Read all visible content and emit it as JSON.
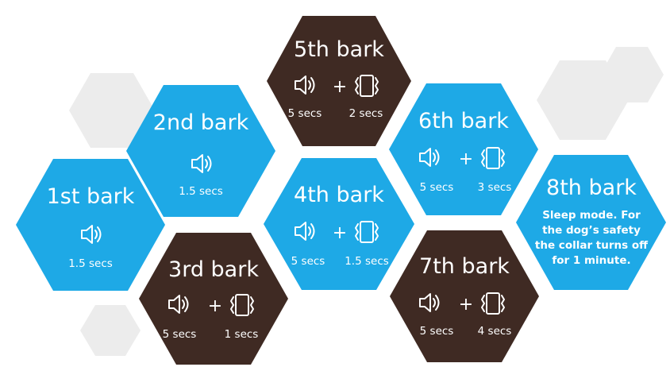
{
  "colors": {
    "blue": "#1ea9e6",
    "brown": "#3f2a23",
    "grey": "#ececec"
  },
  "barks": [
    {
      "id": "1st",
      "title": "1st bark",
      "color": "blue",
      "icons": [
        "speaker-icon"
      ],
      "sound": "1.5 secs"
    },
    {
      "id": "2nd",
      "title": "2nd bark",
      "color": "blue",
      "icons": [
        "speaker-icon"
      ],
      "sound": "1.5 secs"
    },
    {
      "id": "3rd",
      "title": "3rd bark",
      "color": "brown",
      "icons": [
        "speaker-icon",
        "vibration-icon"
      ],
      "sound": "5 secs",
      "vibration": "1 secs"
    },
    {
      "id": "4th",
      "title": "4th bark",
      "color": "blue",
      "icons": [
        "speaker-icon",
        "vibration-icon"
      ],
      "sound": "5 secs",
      "vibration": "1.5 secs"
    },
    {
      "id": "5th",
      "title": "5th bark",
      "color": "brown",
      "icons": [
        "speaker-icon",
        "vibration-icon"
      ],
      "sound": "5 secs",
      "vibration": "2 secs"
    },
    {
      "id": "6th",
      "title": "6th bark",
      "color": "blue",
      "icons": [
        "speaker-icon",
        "vibration-icon"
      ],
      "sound": "5 secs",
      "vibration": "3 secs"
    },
    {
      "id": "7th",
      "title": "7th bark",
      "color": "brown",
      "icons": [
        "speaker-icon",
        "vibration-icon"
      ],
      "sound": "5 secs",
      "vibration": "4 secs"
    },
    {
      "id": "8th",
      "title": "8th bark",
      "color": "blue",
      "note": [
        "Sleep mode. For",
        "the dog’s safety",
        "the collar turns off",
        "for 1 minute."
      ]
    }
  ],
  "plus_sign": "+"
}
